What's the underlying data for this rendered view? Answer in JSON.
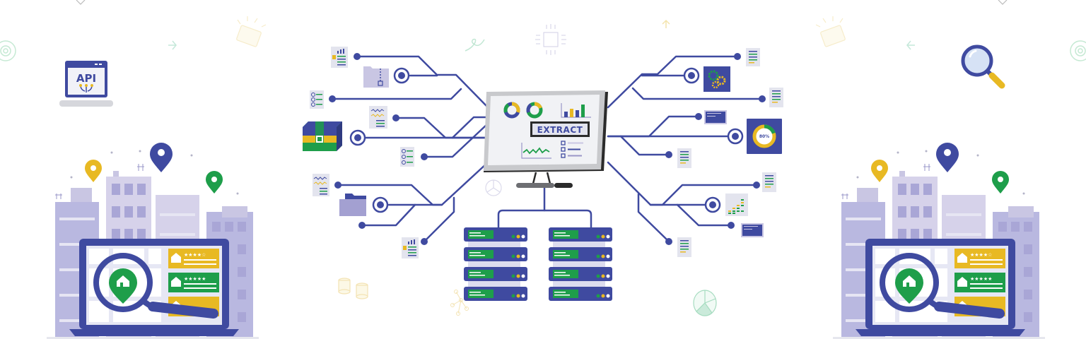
{
  "illustration": {
    "theme": "web data extraction",
    "colors": {
      "primary": "#3f4aa0",
      "green": "#1e9e4a",
      "yellow": "#e8b923",
      "lavender": "#c9c6e3",
      "light_gray": "#e6e7ee",
      "background": "#ffffff"
    },
    "monitor": {
      "label": "EXTRACT"
    },
    "api_badge": {
      "label": "API"
    },
    "progress_donut": {
      "value_label": "80%"
    },
    "server_racks": {
      "columns": 2,
      "units_per_column": 4
    },
    "left_scene": {
      "pins": [
        "yellow-pin",
        "blue-pin",
        "green-pin"
      ],
      "listings": [
        {
          "color": "yellow",
          "stars": "★★★★☆"
        },
        {
          "color": "green",
          "stars": "★★★★★"
        },
        {
          "color": "yellow",
          "stars": ""
        }
      ]
    },
    "right_scene": {
      "pins": [
        "yellow-pin",
        "blue-pin",
        "green-pin"
      ],
      "listings": [
        {
          "color": "yellow",
          "stars": "★★★★☆"
        },
        {
          "color": "green",
          "stars": "★★★★★"
        },
        {
          "color": "yellow",
          "stars": ""
        }
      ]
    }
  }
}
